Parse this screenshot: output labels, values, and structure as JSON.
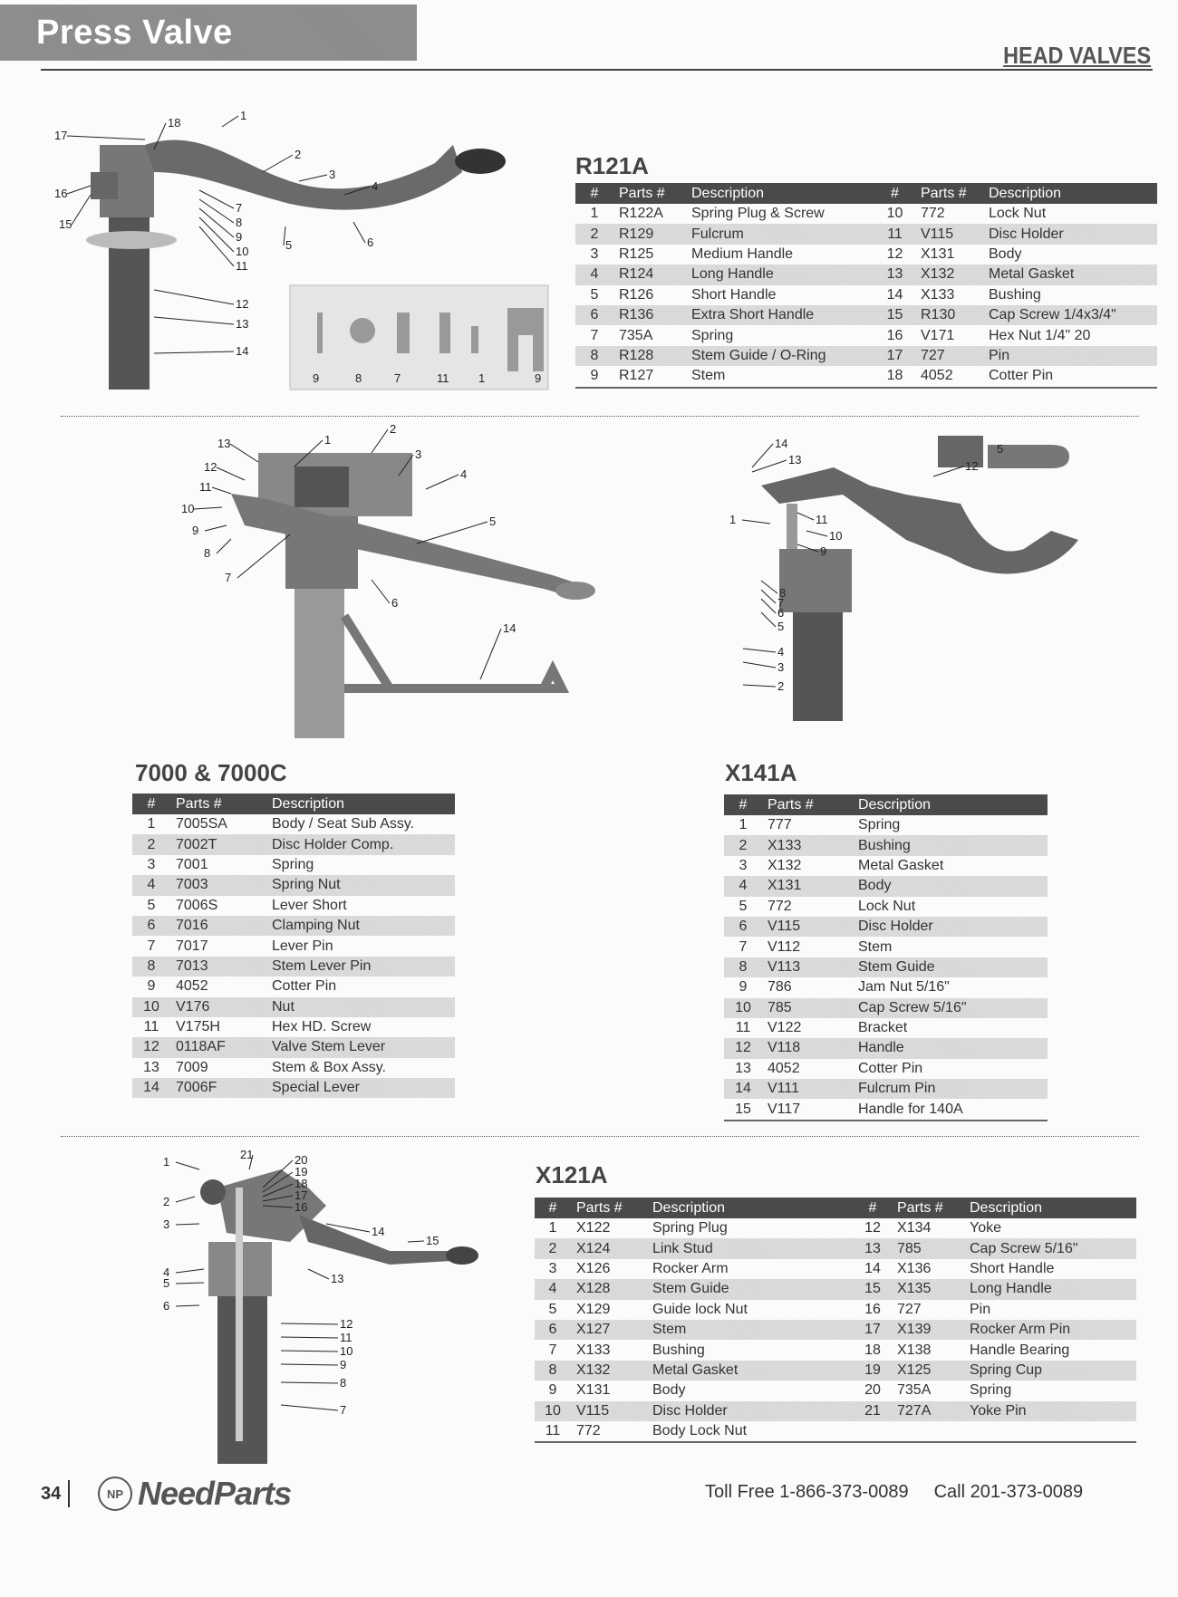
{
  "header": {
    "title": "Press Valve",
    "section": "HEAD VALVES"
  },
  "colors": {
    "header_row": "#4a4a4a",
    "shade_row": "#d6d6d6",
    "title_box": "#8a8a8a"
  },
  "r121a": {
    "title": "R121A",
    "headers": [
      "#",
      "Parts #",
      "Description",
      "#",
      "Parts #",
      "Description"
    ],
    "rows": [
      [
        "1",
        "R122A",
        "Spring Plug & Screw",
        "10",
        "772",
        "Lock Nut"
      ],
      [
        "2",
        "R129",
        "Fulcrum",
        "11",
        "V115",
        "Disc Holder"
      ],
      [
        "3",
        "R125",
        "Medium Handle",
        "12",
        "X131",
        "Body"
      ],
      [
        "4",
        "R124",
        "Long Handle",
        "13",
        "X132",
        "Metal Gasket"
      ],
      [
        "5",
        "R126",
        "Short Handle",
        "14",
        "X133",
        "Bushing"
      ],
      [
        "6",
        "R136",
        "Extra Short Handle",
        "15",
        "R130",
        "Cap Screw 1/4x3/4\""
      ],
      [
        "7",
        "735A",
        "Spring",
        "16",
        "V171",
        "Hex Nut 1/4\" 20"
      ],
      [
        "8",
        "R128",
        "Stem Guide / O-Ring",
        "17",
        "727",
        "Pin"
      ],
      [
        "9",
        "R127",
        "Stem",
        "18",
        "4052",
        "Cotter Pin"
      ]
    ],
    "callouts": [
      "17",
      "18",
      "1",
      "2",
      "3",
      "4",
      "16",
      "15",
      "7",
      "8",
      "9",
      "10",
      "11",
      "5",
      "6",
      "12",
      "13",
      "14"
    ],
    "photo_labels": [
      "9",
      "8",
      "7",
      "11",
      "1",
      "9"
    ]
  },
  "t7000": {
    "title": "7000 & 7000C",
    "headers": [
      "#",
      "Parts #",
      "Description"
    ],
    "rows": [
      [
        "1",
        "7005SA",
        "Body / Seat Sub Assy."
      ],
      [
        "2",
        "7002T",
        "Disc Holder Comp."
      ],
      [
        "3",
        "7001",
        "Spring"
      ],
      [
        "4",
        "7003",
        "Spring Nut"
      ],
      [
        "5",
        "7006S",
        "Lever Short"
      ],
      [
        "6",
        "7016",
        "Clamping Nut"
      ],
      [
        "7",
        "7017",
        "Lever Pin"
      ],
      [
        "8",
        "7013",
        "Stem Lever Pin"
      ],
      [
        "9",
        "4052",
        "Cotter Pin"
      ],
      [
        "10",
        "V176",
        "Nut"
      ],
      [
        "11",
        "V175H",
        "Hex HD. Screw"
      ],
      [
        "12",
        "0118AF",
        "Valve Stem Lever"
      ],
      [
        "13",
        "7009",
        "Stem & Box Assy."
      ],
      [
        "14",
        "7006F",
        "Special Lever"
      ]
    ],
    "callouts": [
      "13",
      "1",
      "2",
      "3",
      "4",
      "12",
      "11",
      "10",
      "9",
      "8",
      "7",
      "5",
      "6",
      "14"
    ]
  },
  "x141a": {
    "title": "X141A",
    "headers": [
      "#",
      "Parts #",
      "Description"
    ],
    "rows": [
      [
        "1",
        "777",
        "Spring"
      ],
      [
        "2",
        "X133",
        "Bushing"
      ],
      [
        "3",
        "X132",
        "Metal Gasket"
      ],
      [
        "4",
        "X131",
        "Body"
      ],
      [
        "5",
        "772",
        "Lock Nut"
      ],
      [
        "6",
        "V115",
        "Disc Holder"
      ],
      [
        "7",
        "V112",
        "Stem"
      ],
      [
        "8",
        "V113",
        "Stem Guide"
      ],
      [
        "9",
        "786",
        "Jam Nut 5/16\""
      ],
      [
        "10",
        "785",
        "Cap Screw 5/16\""
      ],
      [
        "11",
        "V122",
        "Bracket"
      ],
      [
        "12",
        "V118",
        "Handle"
      ],
      [
        "13",
        "4052",
        "Cotter Pin"
      ],
      [
        "14",
        "V111",
        "Fulcrum Pin"
      ],
      [
        "15",
        "V117",
        "Handle for 140A"
      ]
    ],
    "callouts": [
      "14",
      "13",
      "12",
      "1",
      "11",
      "10",
      "9",
      "8",
      "7",
      "6",
      "5",
      "4",
      "3",
      "2",
      "5"
    ]
  },
  "x121a": {
    "title": "X121A",
    "headers": [
      "#",
      "Parts #",
      "Description",
      "#",
      "Parts #",
      "Description"
    ],
    "rows": [
      [
        "1",
        "X122",
        "Spring Plug",
        "12",
        "X134",
        "Yoke"
      ],
      [
        "2",
        "X124",
        "Link Stud",
        "13",
        "785",
        "Cap Screw 5/16\""
      ],
      [
        "3",
        "X126",
        "Rocker Arm",
        "14",
        "X136",
        "Short Handle"
      ],
      [
        "4",
        "X128",
        "Stem Guide",
        "15",
        "X135",
        "Long Handle"
      ],
      [
        "5",
        "X129",
        "Guide lock Nut",
        "16",
        "727",
        "Pin"
      ],
      [
        "6",
        "X127",
        "Stem",
        "17",
        "X139",
        "Rocker Arm Pin"
      ],
      [
        "7",
        "X133",
        "Bushing",
        "18",
        "X138",
        "Handle Bearing"
      ],
      [
        "8",
        "X132",
        "Metal Gasket",
        "19",
        "X125",
        "Spring Cup"
      ],
      [
        "9",
        "X131",
        "Body",
        "20",
        "735A",
        "Spring"
      ],
      [
        "10",
        "V115",
        "Disc Holder",
        "21",
        "727A",
        "Yoke Pin"
      ],
      [
        "11",
        "772",
        "Body Lock Nut",
        "",
        "",
        ""
      ]
    ],
    "callouts": [
      "1",
      "21",
      "20",
      "19",
      "18",
      "17",
      "16",
      "2",
      "3",
      "14",
      "15",
      "4",
      "5",
      "13",
      "6",
      "12",
      "11",
      "10",
      "9",
      "8",
      "7"
    ]
  },
  "footer": {
    "page": "34",
    "logo_mark": "NP",
    "logo": "NeedParts",
    "toll_free": "Toll Free 1-866-373-0089",
    "call": "Call 201-373-0089"
  }
}
